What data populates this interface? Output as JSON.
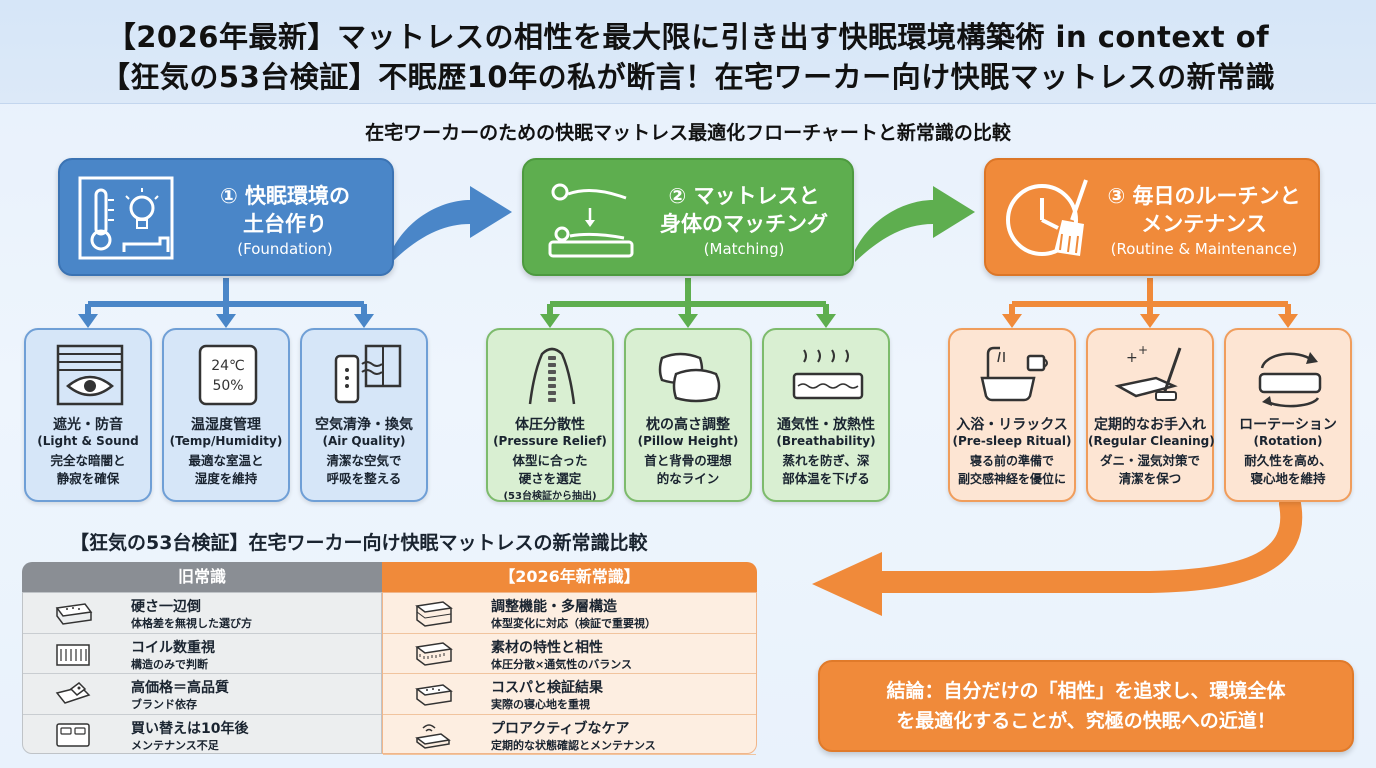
{
  "title": {
    "line1": "【2026年最新】マットレスの相性を最大限に引き出す快眠環境構築術 in context of",
    "line2": "【狂気の53台検証】不眠歴10年の私が断言！在宅ワーカー向け快眠マットレスの新常識"
  },
  "subtitle": "在宅ワーカーのための快眠マットレス最適化フローチャートと新常識の比較",
  "stages": [
    {
      "num_title": "① 快眠環境の",
      "title2": "土台作り",
      "en": "(Foundation)",
      "icon": "thermometer-bulb-icon",
      "color": "#4a86c8"
    },
    {
      "num_title": "② マットレスと",
      "title2": "身体のマッチング",
      "en": "(Matching)",
      "icon": "sleeping-person-icon",
      "color": "#5eae4f"
    },
    {
      "num_title": "③ 毎日のルーチンと",
      "title2": "メンテナンス",
      "en": "(Routine & Maintenance)",
      "icon": "clock-broom-icon",
      "color": "#f08a3a"
    }
  ],
  "cards": [
    {
      "title": "遮光・防音",
      "en": "(Light & Sound",
      "desc": [
        "完全な暗闇と",
        "静寂を確保"
      ],
      "icon": "blind-eye-icon"
    },
    {
      "title": "温湿度管理",
      "en": "(Temp/Humidity)",
      "desc": [
        "最適な室温と",
        "湿度を維持"
      ],
      "icon": "thermostat-icon",
      "display": [
        "24℃",
        "50%"
      ]
    },
    {
      "title": "空気清浄・換気",
      "en": "(Air Quality)",
      "desc": [
        "清潔な空気で",
        "呼吸を整える"
      ],
      "icon": "air-purifier-icon"
    },
    {
      "title": "体圧分散性",
      "en": "(Pressure Relief)",
      "desc": [
        "体型に合った",
        "硬さを選定"
      ],
      "note": "(53台検証から抽出)",
      "icon": "spine-icon"
    },
    {
      "title": "枕の高さ調整",
      "en": "(Pillow Height)",
      "desc": [
        "首と背骨の理想",
        "的なライン"
      ],
      "icon": "pillow-icon"
    },
    {
      "title": "通気性・放熱性",
      "en": "(Breathability)",
      "desc": [
        "蒸れを防ぎ、深",
        "部体温を下げる"
      ],
      "icon": "mattress-airflow-icon"
    },
    {
      "title": "入浴・リラックス",
      "en": "(Pre-sleep Ritual)",
      "desc": [
        "寝る前の準備で",
        "副交感神経を優位に"
      ],
      "icon": "bathtub-icon"
    },
    {
      "title": "定期的なお手入れ",
      "en": "(Regular Cleaning)",
      "desc": [
        "ダニ・湿気対策で",
        "清潔を保つ"
      ],
      "icon": "vacuum-icon"
    },
    {
      "title": "ローテーション",
      "en": "(Rotation)",
      "desc": [
        "耐久性を高め、",
        "寝心地を維持"
      ],
      "icon": "rotation-icon"
    }
  ],
  "comparison": {
    "title": "【狂気の53台検証】在宅ワーカー向け快眠マットレスの新常識比較",
    "old_header": "旧常識",
    "new_header": "【2026年新常識】",
    "old": [
      {
        "main": "硬さ一辺倒",
        "sub": "体格差を無視した選び方",
        "icon": "mattress-dots-icon"
      },
      {
        "main": "コイル数重視",
        "sub": "構造のみで判断",
        "icon": "coil-mattress-icon"
      },
      {
        "main": "高価格＝高品質",
        "sub": "ブランド依存",
        "icon": "price-tag-icon"
      },
      {
        "main": "買い替えは10年後",
        "sub": "メンテナンス不足",
        "icon": "bed-icon"
      }
    ],
    "new": [
      {
        "main": "調整機能・多層構造",
        "sub": "体型変化に対応（検証で重要視）",
        "icon": "layered-mattress-icon"
      },
      {
        "main": "素材の特性と相性",
        "sub": "体圧分散×通気性のバランス",
        "icon": "material-mattress-icon"
      },
      {
        "main": "コスパと検証結果",
        "sub": "実際の寝心地を重視",
        "icon": "checked-mattress-icon"
      },
      {
        "main": "プロアクティブなケア",
        "sub": "定期的な状態確認とメンテナンス",
        "icon": "smart-mattress-icon"
      }
    ]
  },
  "conclusion": [
    "結論：自分だけの「相性」を追求し、環境全体",
    "を最適化することが、究極の快眠への近道！"
  ]
}
